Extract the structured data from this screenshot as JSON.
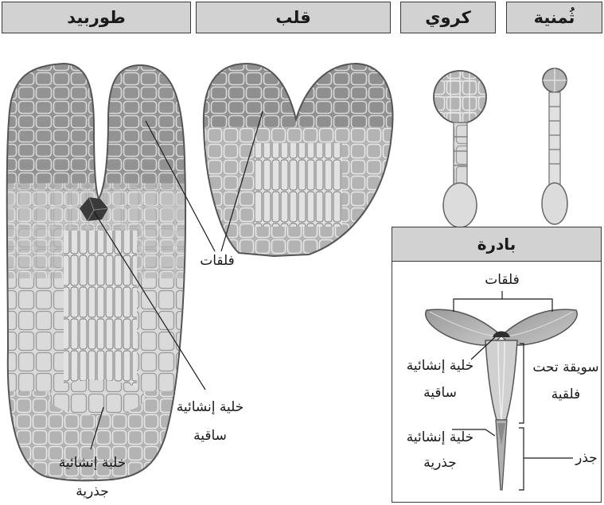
{
  "stages": {
    "torpedo": "طوربيد",
    "heart": "قلب",
    "globular": "كروي",
    "octant": "ثُمنية"
  },
  "labels": {
    "cotyledons": "فلقات",
    "shoot_apical_cell_line1": "خلية إنشائية",
    "shoot_apical_cell_line2": "ساقية",
    "root_apical_cell_line1": "خلية إنشائية",
    "root_apical_cell_line2": "جذرية"
  },
  "seedling": {
    "title": "بادرة",
    "cotyledons": "فلقات",
    "shoot_apical_line1": "خلية إنشائية",
    "shoot_apical_line2": "ساقية",
    "hypocotyl_line1": "سويقة تحت",
    "hypocotyl_line2": "فلقية",
    "root_apical_line1": "خلية إنشائية",
    "root_apical_line2": "جذرية",
    "root": "جذر"
  },
  "colors": {
    "header_bg": "#d2d2d2",
    "cell_dark": "#8f8f8f",
    "cell_mid": "#b5b5b5",
    "cell_light": "#dcdcdc",
    "cell_wall": "#ffffff",
    "meristem": "#3a3a3a"
  }
}
